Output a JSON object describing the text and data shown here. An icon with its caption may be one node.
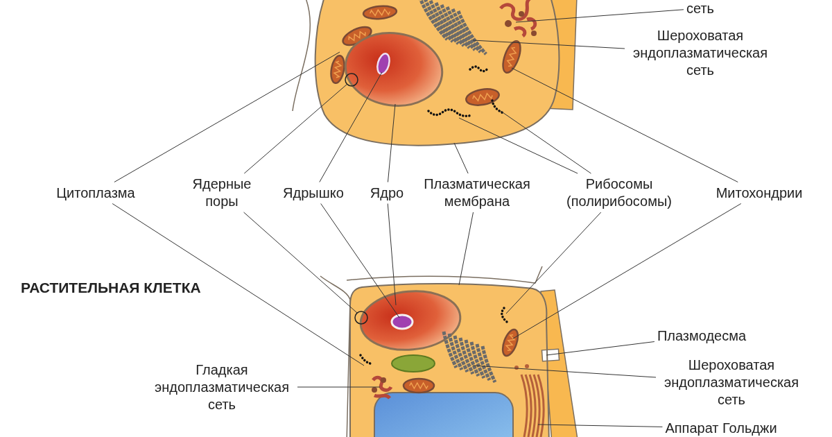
{
  "diagram": {
    "nodes": [
      {
        "text": [
          "сеть"
        ]
      },
      {
        "text": [
          "Шероховатая эндоплазматическая сеть"
        ]
      },
      {
        "text": [
          "Цитоплазма"
        ]
      },
      {
        "text": [
          "Ядерные поры"
        ]
      },
      {
        "text": [
          "Ядрышко"
        ]
      },
      {
        "text": [
          "Ядро"
        ]
      },
      {
        "text": [
          "Плазматическая мембрана"
        ]
      },
      {
        "text": [
          "Рибосомы (полирибосомы)"
        ]
      },
      {
        "text": [
          "Митохондрии"
        ]
      },
      {
        "text": [
          "Плазмодесма"
        ]
      },
      {
        "text": [
          "Гладкая эндоплазматическая сеть"
        ]
      },
      {
        "text": [
          "Шероховатая эндоплазматическая сеть"
        ]
      },
      {
        "text": [
          "Аппарат Гольджи"
        ]
      },
      {
        "text": [],
        "shape": "picture",
        "in": 15
      },
      {
        "text": [],
        "shape": "picture",
        "in": 15
      },
      {
        "text": [],
        "shape": "picture"
      },
      {
        "text": [],
        "shape": "picture",
        "in": 15
      },
      {
        "text": [],
        "shape": "circle",
        "in": 19
      },
      {
        "text": [],
        "shape": "ellipse",
        "in": 19
      },
      {
        "text": [],
        "shape": "picture",
        "in": 15
      },
      {
        "text": [],
        "shape": "picture",
        "in": 15
      },
      {
        "text": [],
        "shape": "picture",
        "in": 15
      },
      {
        "text": [],
        "shape": "picture"
      },
      {
        "text": [],
        "shape": "picture"
      },
      {
        "text": [],
        "shape": "picture",
        "in": 30
      },
      {
        "text": [],
        "shape": "circle",
        "in": 27
      },
      {
        "text": [],
        "shape": "ellipse",
        "in": 27
      },
      {
        "text": [],
        "shape": "picture",
        "in": 30
      },
      {
        "text": [],
        "shape": "picture",
        "in": 30
      },
      {
        "text": [],
        "shape": "box"
      },
      {
        "text": [],
        "shape": "picture"
      },
      {
        "text": [],
        "shape": "picture",
        "in": 30
      },
      {
        "text": [],
        "shape": "picture",
        "in": 30
      },
      {
        "text": [],
        "shape": "picture",
        "in": 30
      }
    ],
    "edges": [
      {
        "from": 0,
        "to": 13,
        "arrow": "none"
      },
      {
        "from": 1,
        "to": 14,
        "arrow": "none"
      },
      {
        "from": 2,
        "to": 15,
        "arrow": "none"
      },
      {
        "from": 2,
        "to": 30,
        "arrow": "none"
      },
      {
        "from": 3,
        "to": 17,
        "arrow": "none"
      },
      {
        "from": 3,
        "to": 25,
        "arrow": "none"
      },
      {
        "from": 4,
        "to": 18,
        "arrow": "none"
      },
      {
        "from": 4,
        "to": 26,
        "arrow": "none"
      },
      {
        "from": 5,
        "to": 19,
        "arrow": "none"
      },
      {
        "from": 5,
        "to": 27,
        "arrow": "none"
      },
      {
        "from": 6,
        "to": 22,
        "arrow": "none"
      },
      {
        "from": 6,
        "to": 23,
        "arrow": "none"
      },
      {
        "from": 7,
        "to": 20,
        "arrow": "none"
      },
      {
        "from": 7,
        "to": 21,
        "arrow": "none"
      },
      {
        "from": 7,
        "to": 24,
        "arrow": "none"
      },
      {
        "from": 8,
        "to": 16,
        "arrow": "none"
      },
      {
        "from": 8,
        "to": 28,
        "arrow": "none"
      },
      {
        "from": 9,
        "to": 29,
        "arrow": "none"
      },
      {
        "from": 10,
        "to": 32,
        "arrow": "none"
      },
      {
        "from": 11,
        "to": 31,
        "arrow": "none"
      },
      {
        "from": 12,
        "to": 33,
        "arrow": "none"
      }
    ],
    "labels": [
      "РАСТИТЕЛЬНАЯ КЛЕТКА"
    ]
  }
}
